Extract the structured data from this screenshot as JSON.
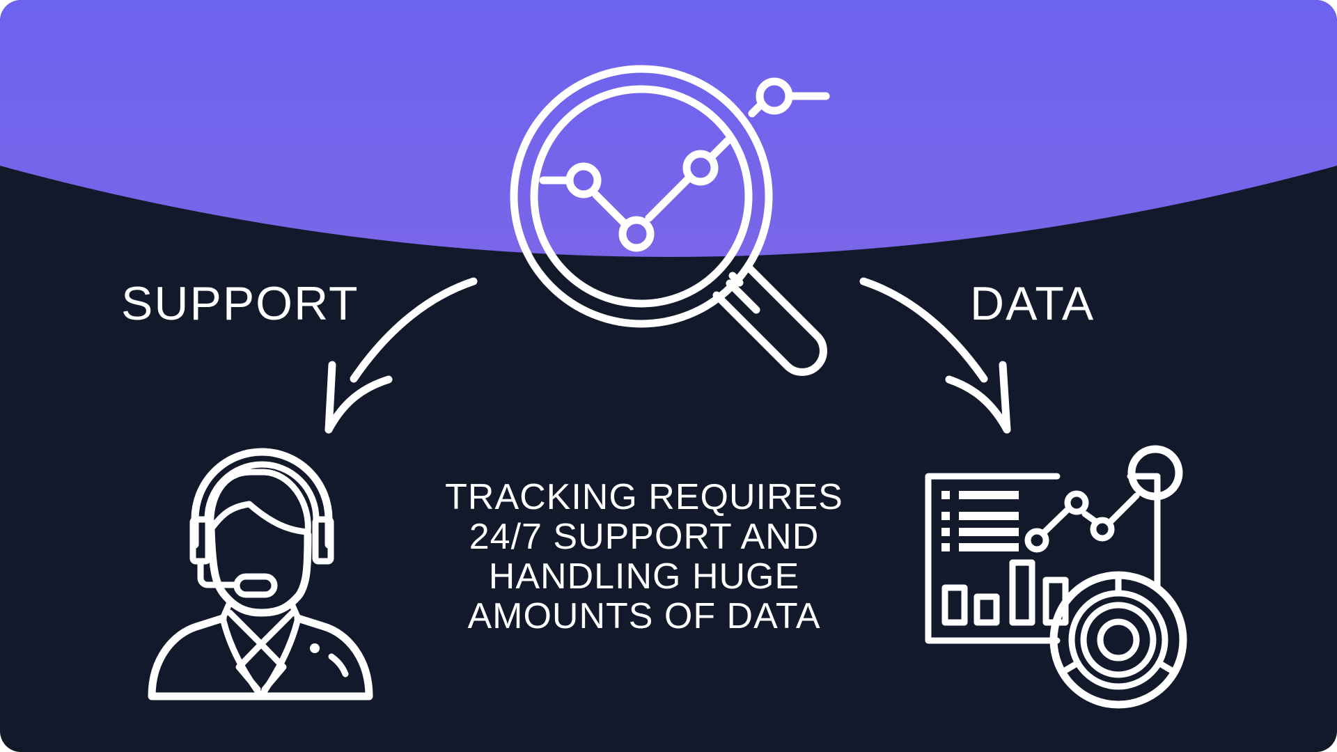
{
  "colors": {
    "background": "#12192b",
    "banner_top": "#6c63ef",
    "banner_bottom": "#7a66e8",
    "foreground": "#ffffff"
  },
  "icons": {
    "center": "magnifier-analytics-icon",
    "left": "support-agent-headset-icon",
    "right": "data-dashboard-icon"
  },
  "labels": {
    "support": "SUPPORT",
    "data": "DATA"
  },
  "caption": {
    "lines": [
      "TRACKING REQUIRES",
      "24/7 SUPPORT AND",
      "HANDLING HUGE",
      "AMOUNTS OF DATA"
    ]
  }
}
